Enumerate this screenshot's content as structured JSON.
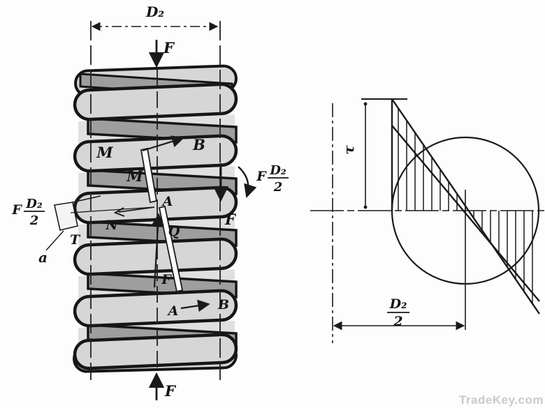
{
  "watermark": "TradeKey.com",
  "colors": {
    "coil_fill": "#d6d6d6",
    "coil_back": "#9e9e9e",
    "gap_fill": "#e0e0e0",
    "line": "#1a1a1a",
    "watermark": "#c9c9c9"
  },
  "spring": {
    "dim_top": "D₂",
    "forces": {
      "top": "F",
      "bottom": "F",
      "right": "F",
      "cut": "F"
    },
    "points": {
      "a_mid": "A",
      "b_upper": "B",
      "a_lower": "A",
      "b_lower": "B"
    },
    "moments": {
      "upper": "M",
      "lower": "M"
    },
    "internal": {
      "normal": "N",
      "shear": "Q",
      "torque": "T",
      "section": "a"
    },
    "moment_left": {
      "coef": "F",
      "num": "D₂",
      "den": "2"
    },
    "moment_right": {
      "coef": "F",
      "num": "D₂",
      "den": "2"
    }
  },
  "stress": {
    "tau": "τ",
    "dim": {
      "num": "D₂",
      "den": "2"
    }
  }
}
